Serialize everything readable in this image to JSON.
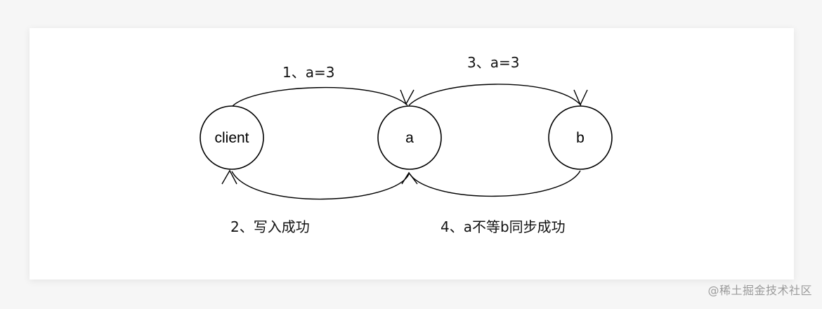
{
  "diagram": {
    "nodes": {
      "client": "client",
      "a": "a",
      "b": "b"
    },
    "edges": {
      "step1": "1、a=3",
      "step2": "2、写入成功",
      "step3": "3、a=3",
      "step4": "4、a不等b同步成功"
    }
  },
  "watermark": "@稀土掘金技术社区"
}
